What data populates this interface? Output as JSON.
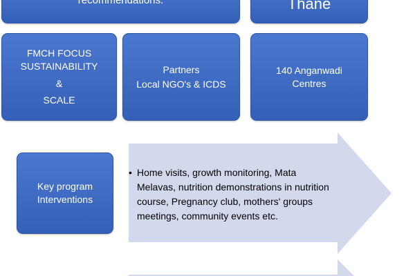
{
  "colors": {
    "box_fill": "#4a77cf",
    "box_border": "#2e55a3",
    "box_text": "#ffffff",
    "arrow_fill": "#d3d9ec",
    "arrow_text": "#000000"
  },
  "top_left_box": {
    "text": "recommendations."
  },
  "top_right_box": {
    "text": "Thane"
  },
  "focus_box": {
    "line1": "FMCH FOCUS",
    "line2": "SUSTAINABILITY",
    "line3": "&",
    "line4": "SCALE"
  },
  "partners_box": {
    "line1": "Partners",
    "line2": "Local NGO's & ICDS"
  },
  "centres_box": {
    "line1": "140 Anganwadi",
    "line2": "Centres"
  },
  "key_box": {
    "line1": "Key program",
    "line2": "Interventions"
  },
  "interventions_arrow": {
    "bullet": "•",
    "text": "Home visits, growth monitoring, Mata Melavas, nutrition demonstrations in nutrition course, Pregnancy club, mothers' groups meetings, community events etc."
  }
}
